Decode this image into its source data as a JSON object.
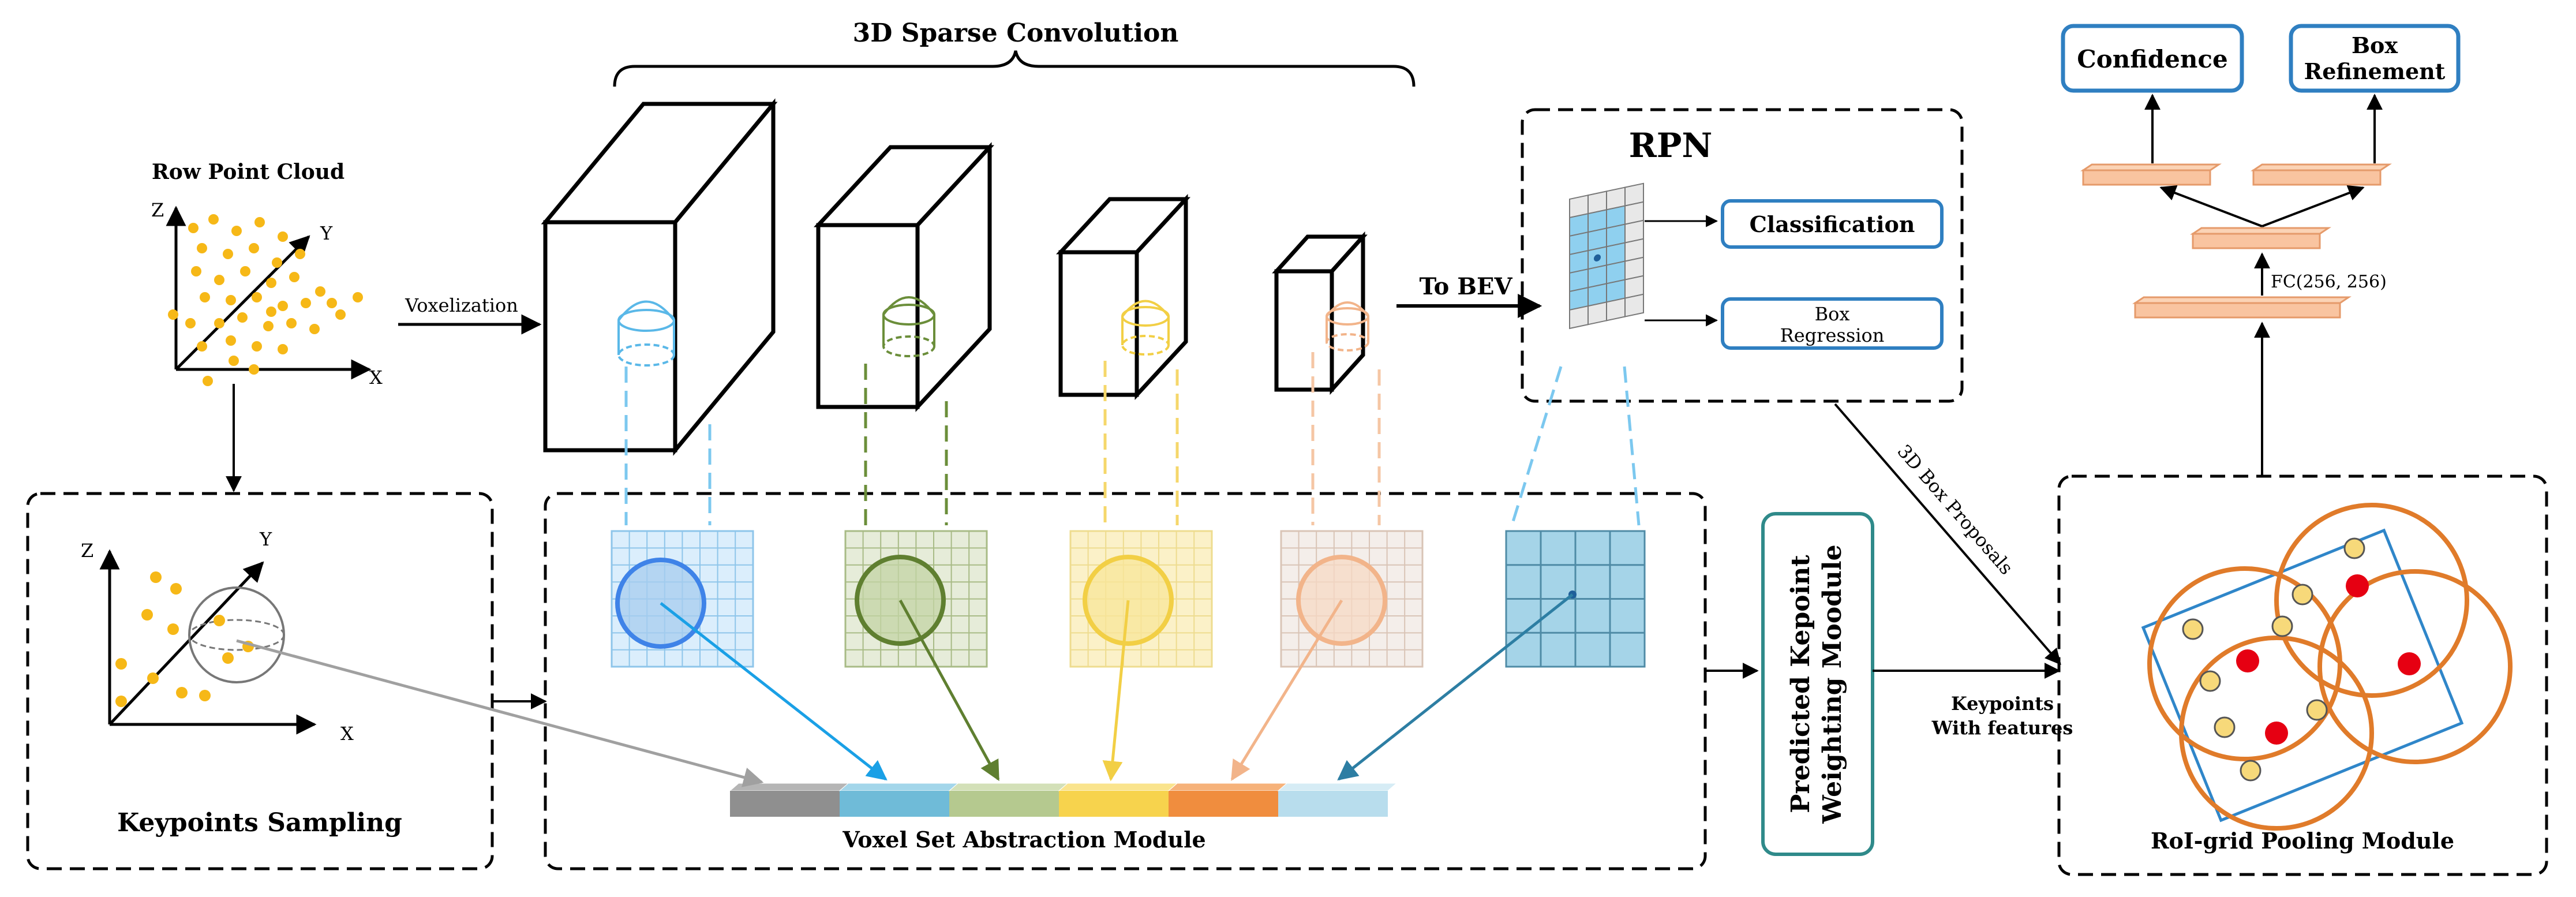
{
  "labels": {
    "sparse_conv": "3D Sparse Convolution",
    "row_point_cloud": "Row Point Cloud",
    "voxelization": "Voxelization",
    "to_bev": "To BEV",
    "rpn": "RPN",
    "classification": "Classification",
    "box_regression_1": "Box",
    "box_regression_2": "Regression",
    "box_proposals": "3D Box Proposals",
    "confidence": "Confidence",
    "box_refinement_1": "Box",
    "box_refinement_2": "Refinement",
    "fc": "FC(256, 256)",
    "keypoints_sampling": "Keypoints Sampling",
    "vsa_module": "Voxel Set Abstraction Module",
    "pkw_1": "Predicted Kepoint",
    "pkw_2": "Weighting Moodule",
    "keypoints_features_1": "Keypoints",
    "keypoints_features_2": "With features",
    "roi_pooling": "RoI-grid Pooling Module",
    "axis_x": "X",
    "axis_y": "Y",
    "axis_z": "Z"
  },
  "colors": {
    "blue": "#3aa7e3",
    "green": "#6b8e3a",
    "yellow": "#f5d050",
    "peach": "#f2b48a",
    "teal": "#2d7ea3",
    "orange": "#e07b2a",
    "point": "#f6b817",
    "red": "#e60012",
    "box_blue": "#2f7fc1"
  }
}
